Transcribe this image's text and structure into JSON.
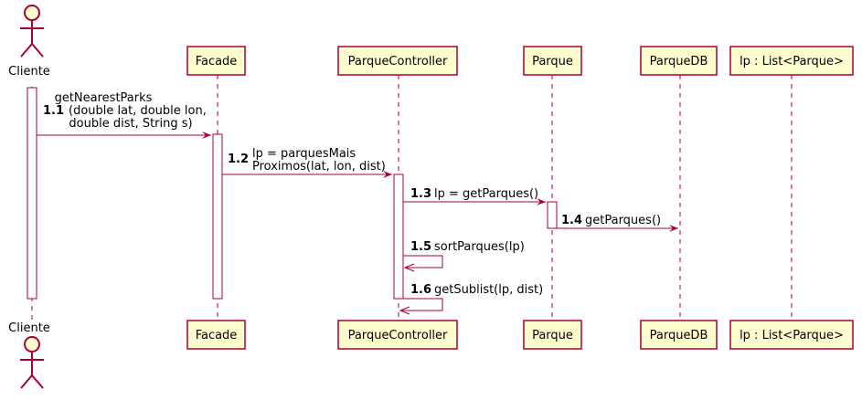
{
  "actor": {
    "name": "Cliente"
  },
  "participants": [
    "Facade",
    "ParqueController",
    "Parque",
    "ParqueDB",
    "lp : List<Parque>"
  ],
  "messages": [
    {
      "number": "1.1",
      "lines": [
        "getNearestParks",
        "(double lat, double lon,",
        "double dist, String s)"
      ]
    },
    {
      "number": "1.2",
      "lines": [
        "lp = parquesMais",
        "Proximos(lat, lon, dist)"
      ]
    },
    {
      "number": "1.3",
      "lines": [
        "lp = getParques()"
      ]
    },
    {
      "number": "1.4",
      "lines": [
        "getParques()"
      ]
    },
    {
      "number": "1.5",
      "lines": [
        "sortParques(lp)"
      ]
    },
    {
      "number": "1.6",
      "lines": [
        "getSublist(lp, dist)"
      ]
    }
  ],
  "colors": {
    "border": "#A80036",
    "fill": "#FEFECE"
  }
}
